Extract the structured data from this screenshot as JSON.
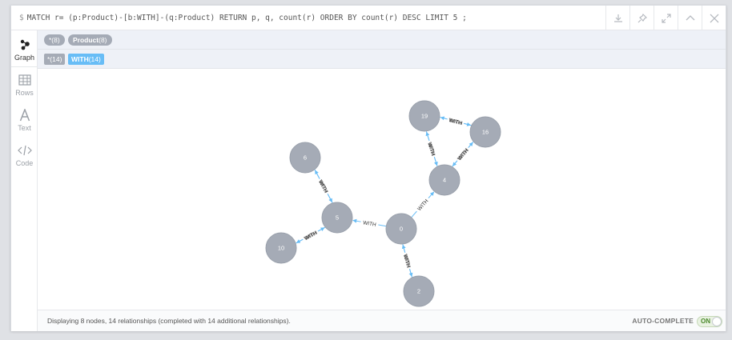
{
  "query": {
    "prompt": "$",
    "text": "MATCH r= (p:Product)-[b:WITH]-(q:Product) RETURN p, q, count(r) ORDER BY count(r) DESC LIMIT 5 ;"
  },
  "toolbar": {
    "icons": [
      "download-icon",
      "pin-icon",
      "expand-icon",
      "collapse-icon",
      "close-icon"
    ]
  },
  "sidebar": {
    "tabs": [
      {
        "label": "Graph",
        "icon": "graph-icon",
        "active": true
      },
      {
        "label": "Rows",
        "icon": "table-icon",
        "active": false
      },
      {
        "label": "Text",
        "icon": "text-icon",
        "active": false
      },
      {
        "label": "Code",
        "icon": "code-icon",
        "active": false
      }
    ]
  },
  "legend": {
    "nodes": {
      "all_label": "*(8)",
      "label_name": "Product",
      "label_count": "(8)"
    },
    "relationships": {
      "all_label": "*(14)",
      "type_name": "WITH",
      "type_count": "(14)"
    }
  },
  "graph": {
    "node_color": "#a5abb6",
    "rel_color": "#68bdf6",
    "nodes": [
      {
        "id": "19",
        "label": "19"
      },
      {
        "id": "16",
        "label": "16"
      },
      {
        "id": "4",
        "label": "4"
      },
      {
        "id": "6",
        "label": "6"
      },
      {
        "id": "5",
        "label": "5"
      },
      {
        "id": "0",
        "label": "0"
      },
      {
        "id": "10",
        "label": "10"
      },
      {
        "id": "2",
        "label": "2"
      }
    ],
    "relationships": [
      {
        "from": "16",
        "to": "19",
        "type": "WITH"
      },
      {
        "from": "19",
        "to": "16",
        "type": "WITH"
      },
      {
        "from": "4",
        "to": "19",
        "type": "WITH"
      },
      {
        "from": "19",
        "to": "4",
        "type": "WITH"
      },
      {
        "from": "4",
        "to": "16",
        "type": "WITH"
      },
      {
        "from": "16",
        "to": "4",
        "type": "WITH"
      },
      {
        "from": "0",
        "to": "4",
        "type": "WITH"
      },
      {
        "from": "0",
        "to": "5",
        "type": "WITH"
      },
      {
        "from": "5",
        "to": "6",
        "type": "WITH"
      },
      {
        "from": "6",
        "to": "5",
        "type": "WITH"
      },
      {
        "from": "5",
        "to": "10",
        "type": "WITH"
      },
      {
        "from": "10",
        "to": "5",
        "type": "WITH"
      },
      {
        "from": "0",
        "to": "2",
        "type": "WITH"
      },
      {
        "from": "2",
        "to": "0",
        "type": "WITH"
      }
    ]
  },
  "status": {
    "text": "Displaying 8 nodes, 14 relationships (completed with 14 additional relationships).",
    "autocomplete_label": "AUTO-COMPLETE",
    "toggle_label": "ON"
  }
}
